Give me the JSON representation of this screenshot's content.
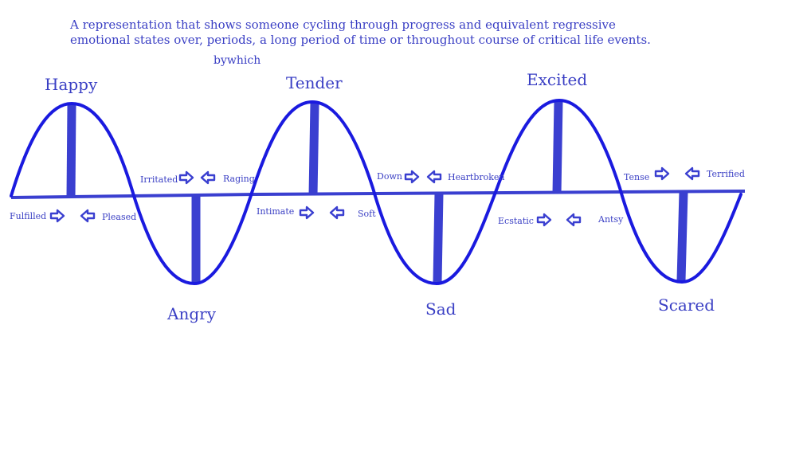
{
  "description": "A representation that shows someone cycling through progress and equivalent regressive emotional states over, periods, a long period of time or throughout course of critical life events.",
  "byline": "bywhich",
  "peaks": [
    "Happy",
    "Tender",
    "Excited"
  ],
  "troughs": [
    "Angry",
    "Sad",
    "Scared"
  ],
  "pairs": [
    {
      "left": "Fulfilled",
      "right": "Pleased"
    },
    {
      "left": "Irritated",
      "right": "Raging"
    },
    {
      "left": "Intimate",
      "right": "Soft"
    },
    {
      "left": "Down",
      "right": "Heartbroken"
    },
    {
      "left": "Ecstatic",
      "right": "Antsy"
    },
    {
      "left": "Tense",
      "right": "Terrified"
    }
  ],
  "colors": {
    "wave": "#1a1adf",
    "bar": "#3a3fd0",
    "text": "#3a3fc4"
  }
}
